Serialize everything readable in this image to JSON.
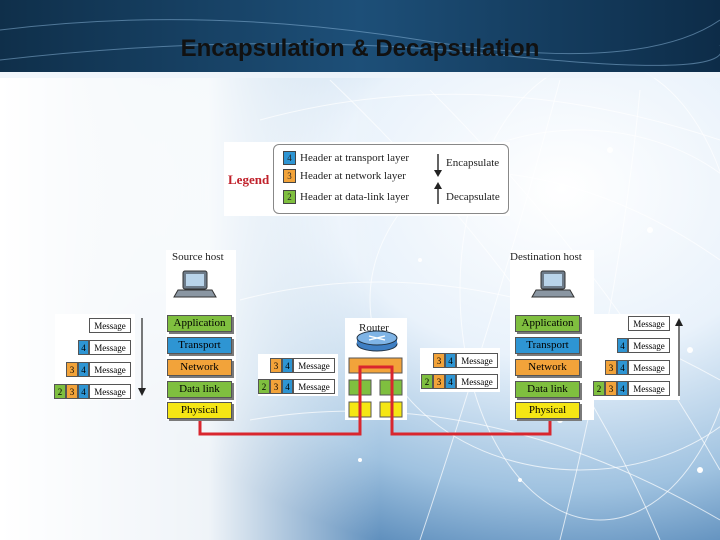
{
  "slide": {
    "title": "Encapsulation & Decapsulation"
  },
  "legend": {
    "title": "Legend",
    "items": [
      {
        "num": "4",
        "text": "Header at transport layer",
        "color": "#2e95d3"
      },
      {
        "num": "3",
        "text": "Header at network layer",
        "color": "#f2a33a"
      },
      {
        "num": "2",
        "text": "Header at data-link layer",
        "color": "#7fbf3f"
      }
    ],
    "encapsulate": "Encapsulate",
    "decapsulate": "Decapsulate"
  },
  "source": {
    "label": "Source host"
  },
  "destination": {
    "label": "Destination host"
  },
  "router": {
    "label": "Router"
  },
  "layers": [
    {
      "name": "Application",
      "color": "#7fbf3f"
    },
    {
      "name": "Transport",
      "color": "#2e95d3"
    },
    {
      "name": "Network",
      "color": "#f2a33a"
    },
    {
      "name": "Data link",
      "color": "#7fbf3f"
    },
    {
      "name": "Physical",
      "color": "#f5e614"
    }
  ],
  "pdu": {
    "message": "Message",
    "h4": "4",
    "h3": "3",
    "h2": "2"
  },
  "colors": {
    "link": "#d9262e",
    "transport": "#2e95d3",
    "network": "#f2a33a",
    "datalink": "#7fbf3f",
    "physical": "#f5e614"
  }
}
